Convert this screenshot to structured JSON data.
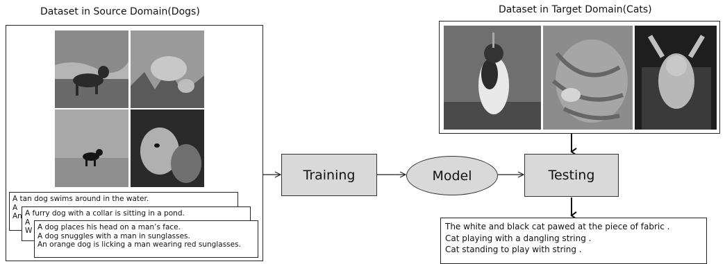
{
  "source": {
    "title": "Dataset in Source Domain(Dogs)",
    "images": [
      "dog-photo-1",
      "dog-photo-2",
      "dog-photo-3",
      "dog-photo-4"
    ],
    "caption_sets": [
      [
        "A tan dog swims around in the water.",
        "A",
        "An"
      ],
      [
        "A furry dog with a collar is sitting in a pond.",
        "A",
        "W"
      ],
      [
        "A dog places his head on a man’s face.",
        "A dog snuggles with a man in sunglasses.",
        "An orange dog is licking a man wearing red sunglasses."
      ]
    ]
  },
  "target": {
    "title": "Dataset in Target Domain(Cats)",
    "images": [
      "cat-photo-1",
      "cat-photo-2",
      "cat-photo-3"
    ]
  },
  "flow": {
    "training": "Training",
    "model": "Model",
    "testing": "Testing"
  },
  "output": {
    "lines": [
      "The white and black cat pawed at the piece of fabric .",
      "Cat playing with a dangling string .",
      "Cat standing to play with string ."
    ]
  }
}
